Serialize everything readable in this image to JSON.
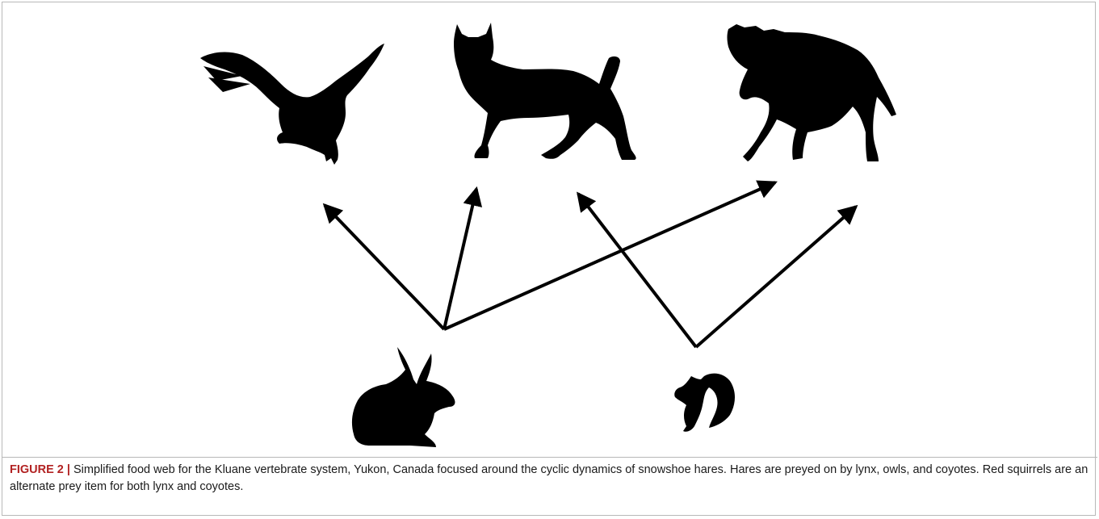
{
  "figure": {
    "caption_label": "FIGURE 2 |",
    "caption_text": " Simplified food web for the Kluane vertebrate system, Yukon, Canada focused around the cyclic dynamics of snowshoe hares. Hares are preyed on by lynx, owls, and coyotes. Red squirrels are an alternate prey item for both lynx and coyotes.",
    "colors": {
      "silhouette": "#000000",
      "frame": "#b8b8b8",
      "caption_label": "#b22222",
      "caption_text": "#1a1a1a"
    }
  },
  "food_web": {
    "nodes": [
      {
        "id": "owl",
        "icon": "owl-silhouette-icon",
        "role": "predator"
      },
      {
        "id": "lynx",
        "icon": "lynx-silhouette-icon",
        "role": "predator"
      },
      {
        "id": "coyote",
        "icon": "coyote-silhouette-icon",
        "role": "predator"
      },
      {
        "id": "hare",
        "icon": "hare-silhouette-icon",
        "role": "prey"
      },
      {
        "id": "squirrel",
        "icon": "squirrel-silhouette-icon",
        "role": "prey"
      }
    ],
    "edges": [
      {
        "from": "hare",
        "to": "owl"
      },
      {
        "from": "hare",
        "to": "lynx"
      },
      {
        "from": "hare",
        "to": "coyote"
      },
      {
        "from": "squirrel",
        "to": "lynx"
      },
      {
        "from": "squirrel",
        "to": "coyote"
      }
    ]
  }
}
